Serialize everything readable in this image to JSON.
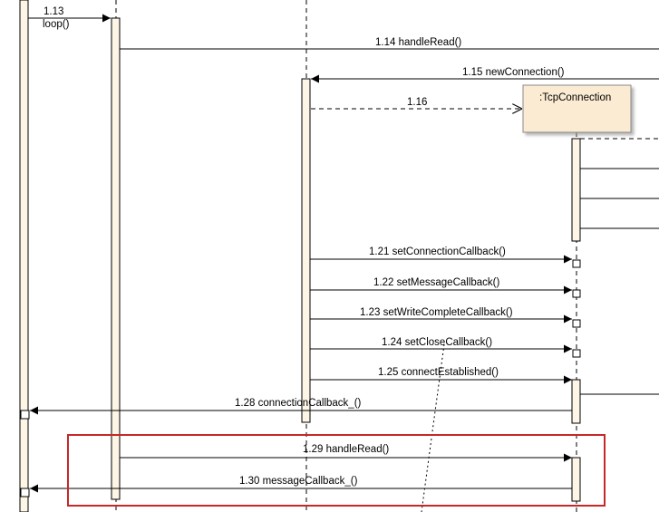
{
  "object_box": {
    "label": ":TcpConnection"
  },
  "messages": {
    "m113_num": "1.13",
    "m113_name": "loop()",
    "m114": "1.14 handleRead()",
    "m115": "1.15 newConnection()",
    "m116": "1.16",
    "m121": "1.21 setConnectionCallback()",
    "m122": "1.22 setMessageCallback()",
    "m123": "1.23 setWriteCompleteCallback()",
    "m124": "1.24 setCloseCallback()",
    "m125": "1.25 connectEstablished()",
    "m128": "1.28 connectionCallback_()",
    "m129": "1.29 handleRead()",
    "m130": "1.30 messageCallback_()"
  },
  "colors": {
    "highlight_box": "#c62828",
    "activation_fill": "#fdf5e6",
    "object_fill": "#fbebd2"
  }
}
